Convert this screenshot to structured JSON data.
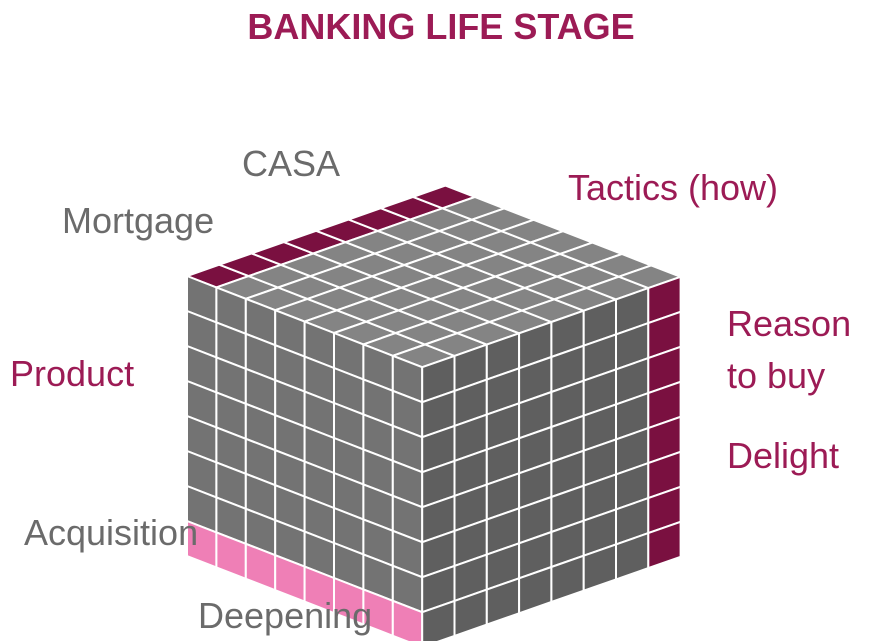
{
  "title": "BANKING LIFE STAGE",
  "labels": {
    "casa": "CASA",
    "mortgage": "Mortgage",
    "tactics": "Tactics (how)",
    "reason_line1": "Reason",
    "reason_line2": "to buy",
    "product": "Product",
    "delight": "Delight",
    "acquisition": "Acquisition",
    "deepening": "Deepening"
  },
  "colors": {
    "accent": "#9c1b55",
    "gray_text": "#6b6b6b",
    "cube_face": "#737373",
    "cube_top": "#848484",
    "cube_side": "#5f5f5f",
    "dark_highlight": "#7a1040",
    "pink_highlight": "#ef7fb6"
  }
}
